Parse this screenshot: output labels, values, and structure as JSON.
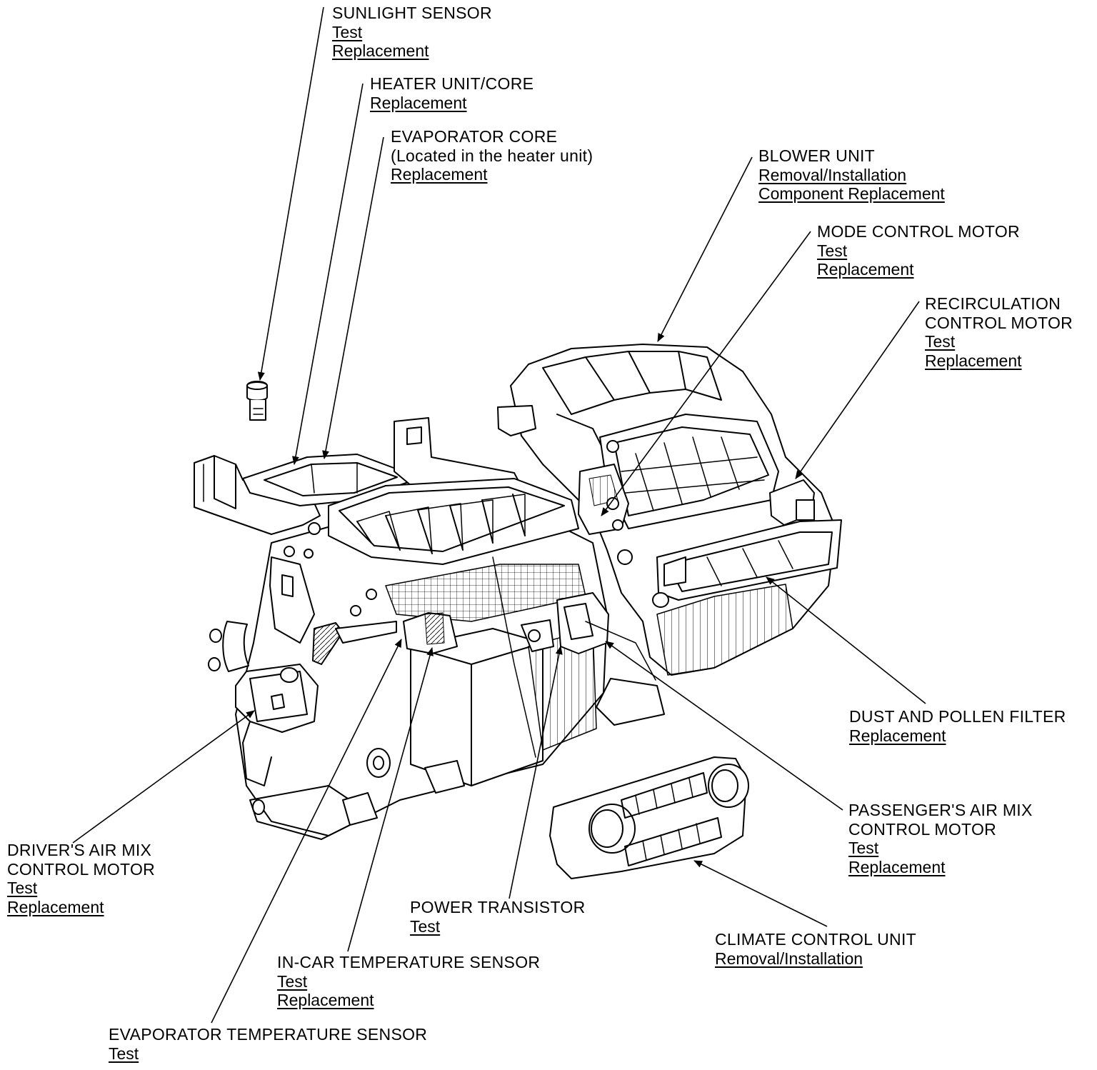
{
  "callouts": {
    "sunlight_sensor": {
      "title": [
        "SUNLIGHT SENSOR"
      ],
      "links": [
        "Test",
        "Replacement"
      ]
    },
    "heater_unit_core": {
      "title": [
        "HEATER UNIT/CORE"
      ],
      "links": [
        "Replacement"
      ]
    },
    "evaporator_core": {
      "title": [
        "EVAPORATOR CORE",
        "(Located in the heater unit)"
      ],
      "links": [
        "Replacement"
      ]
    },
    "blower_unit": {
      "title": [
        "BLOWER UNIT"
      ],
      "links": [
        "Removal/Installation",
        "Component Replacement"
      ]
    },
    "mode_control_motor": {
      "title": [
        "MODE CONTROL MOTOR"
      ],
      "links": [
        "Test",
        "Replacement"
      ]
    },
    "recirculation_control_motor": {
      "title": [
        "RECIRCULATION",
        "CONTROL MOTOR"
      ],
      "links": [
        "Test",
        "Replacement"
      ]
    },
    "dust_pollen_filter": {
      "title": [
        "DUST AND POLLEN FILTER"
      ],
      "links": [
        "Replacement"
      ]
    },
    "passenger_air_mix_motor": {
      "title": [
        "PASSENGER'S AIR MIX",
        "CONTROL MOTOR"
      ],
      "links": [
        "Test",
        "Replacement"
      ]
    },
    "climate_control_unit": {
      "title": [
        "CLIMATE CONTROL UNIT"
      ],
      "links": [
        "Removal/Installation"
      ]
    },
    "power_transistor": {
      "title": [
        "POWER TRANSISTOR"
      ],
      "links": [
        "Test"
      ]
    },
    "in_car_temp_sensor": {
      "title": [
        "IN-CAR TEMPERATURE SENSOR"
      ],
      "links": [
        "Test",
        "Replacement"
      ]
    },
    "evaporator_temp_sensor": {
      "title": [
        "EVAPORATOR TEMPERATURE SENSOR"
      ],
      "links": [
        "Test"
      ]
    },
    "driver_air_mix_motor": {
      "title": [
        "DRIVER'S AIR MIX",
        "CONTROL MOTOR"
      ],
      "links": [
        "Test",
        "Replacement"
      ]
    }
  }
}
